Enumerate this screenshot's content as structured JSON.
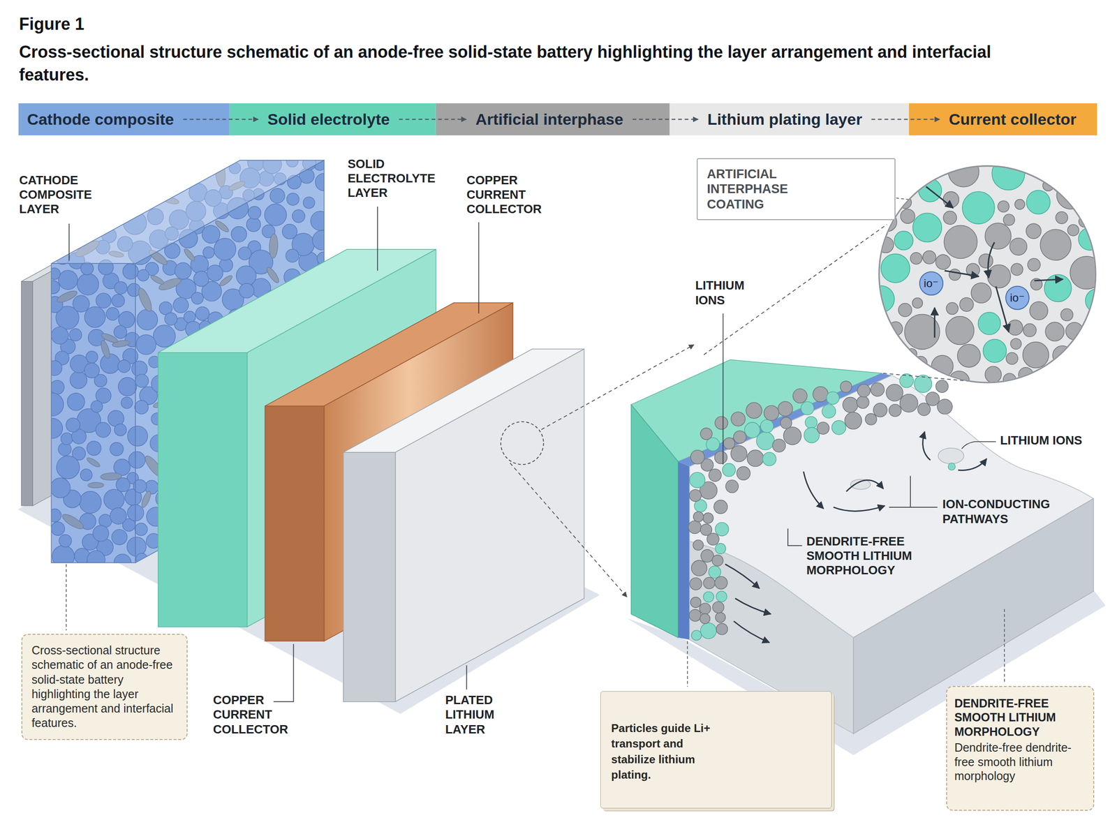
{
  "diagram": {
    "title": "Figure 1",
    "caption": "Cross-sectional structure schematic of an anode-free solid-state battery highlighting the layer arrangement and interfacial features.",
    "nodes": [
      {
        "text": [
          "Cathode composite"
        ]
      },
      {
        "text": [
          "Solid electrolyte"
        ]
      },
      {
        "text": [
          "Artificial interphase"
        ]
      },
      {
        "text": [
          "Lithium plating layer"
        ]
      },
      {
        "text": [
          "Current collector"
        ]
      },
      {
        "text": [
          "Cross-sectional structure schematic of an anode-free solid-state battery highlighting the layer arrangement and interfacial features."
        ]
      },
      {
        "text": [
          "ARTIFICIAL INTERPHASE COATING"
        ]
      },
      {
        "text": [
          "io⁻"
        ]
      },
      {
        "text": [
          "io⁻"
        ]
      },
      {
        "text": [
          "Particles guide Li+ transport and stabilize lithium plating."
        ]
      },
      {
        "text": [
          "DENDRITE-FREE SMOOTH LITHIUM MORPHOLOGY",
          "Dendrite-free dendrite-free smooth lithium morphology"
        ]
      }
    ],
    "edges": [
      {
        "from": 0,
        "to": 1,
        "arrow": "to"
      },
      {
        "from": 1,
        "to": 2,
        "arrow": "to"
      },
      {
        "from": 2,
        "to": 3,
        "arrow": "to"
      },
      {
        "from": 3,
        "to": 4,
        "arrow": "to"
      }
    ],
    "labels": [
      "CATHODE COMPOSITE LAYER",
      "SOLID ELECTROLYTE LAYER",
      "COPPER CURRENT COLLECTOR",
      "COPPER CURRENT COLLECTOR",
      "PLATED LITHIUM LAYER",
      "LITHIUM IONS",
      "LITHIUM IONS",
      "ION-CONDUCTING PATHWAYS",
      "DENDRITE-FREE SMOOTH LITHIUM MORPHOLOGY"
    ]
  }
}
